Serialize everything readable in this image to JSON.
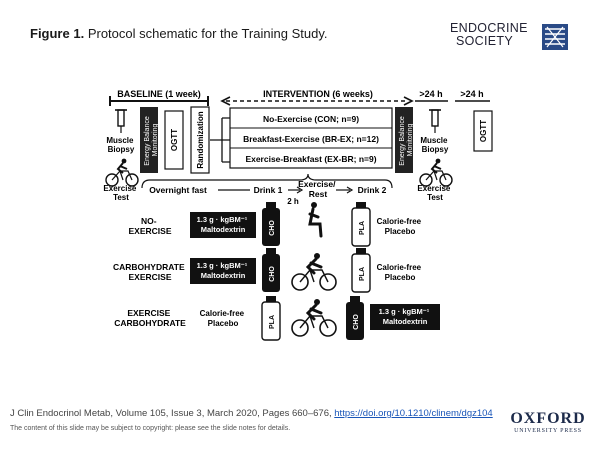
{
  "header": {
    "figure_label": "Figure 1.",
    "title": "Protocol schematic for the Training Study."
  },
  "logo_endocrine": {
    "line1": "ENDOCRINE",
    "line2": "SOCIETY"
  },
  "phases": {
    "baseline": "BASELINE (1 week)",
    "intervention": "INTERVENTION (6 weeks)",
    "post1": ">24 h",
    "post2": ">24 h"
  },
  "procedures": {
    "muscle_biopsy_left": "Muscle Biopsy",
    "exercise_test_left": "Exercise Test",
    "energy_balance_left": "Energy Balance Monitoring",
    "ogtt_left": "OGTT",
    "randomization": "Randomization",
    "energy_balance_right": "Energy Balance Monitoring",
    "muscle_biopsy_right": "Muscle Biopsy",
    "exercise_test_right": "Exercise Test",
    "ogtt_right": "OGTT"
  },
  "groups": [
    "No-Exercise (CON; n=9)",
    "Breakfast-Exercise (BR-EX; n=12)",
    "Exercise-Breakfast (EX-BR; n=9)"
  ],
  "timeline": {
    "overnight_fast": "Overnight fast",
    "drink1": "Drink 1",
    "gap": "2 h",
    "exercise_rest": "Exercise/ Rest",
    "drink2": "Drink 2"
  },
  "conditions": [
    {
      "label1": "NO-",
      "label2": "EXERCISE",
      "drink1_box": "1.3 g · kgBM⁻¹ Maltodextrin",
      "drink1_bottle": "CHO",
      "drink2_bottle": "PLA",
      "drink2_text": "Calorie-free Placebo"
    },
    {
      "label1": "CARBOHYDRATE",
      "label2": "EXERCISE",
      "drink1_box": "1.3 g · kgBM⁻¹ Maltodextrin",
      "drink1_bottle": "CHO",
      "drink2_bottle": "PLA",
      "drink2_text": "Calorie-free Placebo"
    },
    {
      "label1": "EXERCISE",
      "label2": "CARBOHYDRATE",
      "drink1_text": "Calorie-free Placebo",
      "drink1_bottle": "PLA",
      "drink2_bottle": "CHO",
      "drink2_box": "1.3 g · kgBM⁻¹ Maltodextrin"
    }
  ],
  "footer": {
    "citation": "J Clin Endocrinol Metab, Volume 105, Issue 3, March 2020, Pages 660–676,",
    "doi": "https://doi.org/10.1210/clinem/dgz104",
    "disclaimer": "The content of this slide may be subject to copyright: please see the slide notes for details."
  },
  "logo_oxford": {
    "line1": "OXFORD",
    "line2": "UNIVERSITY PRESS"
  }
}
